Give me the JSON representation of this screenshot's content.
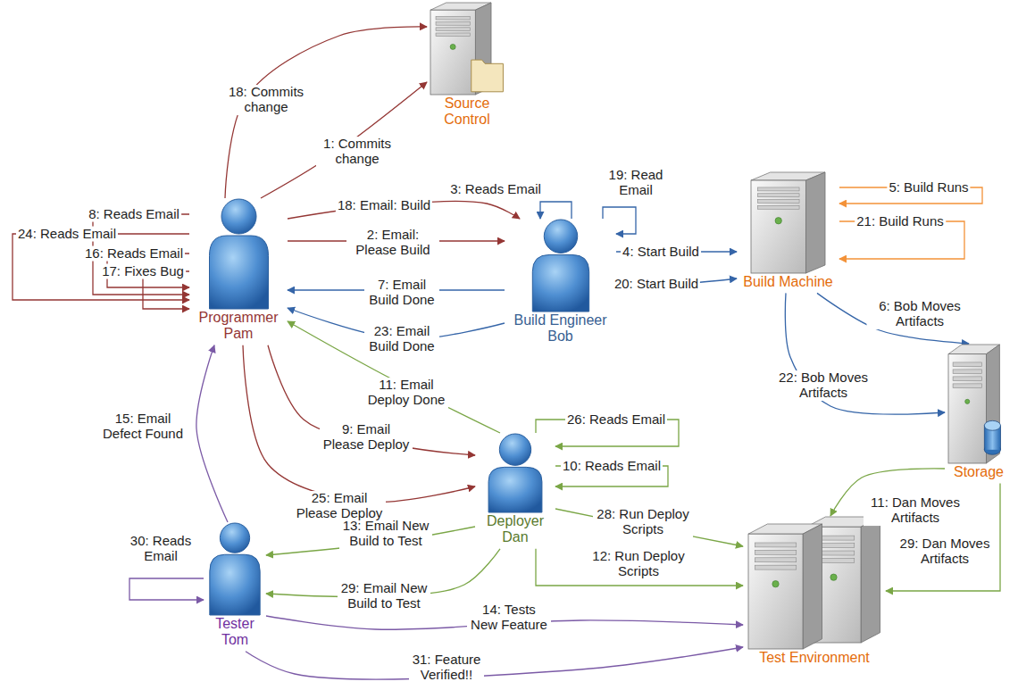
{
  "diagram": {
    "nodes": [
      {
        "text": [
          "Source Control"
        ]
      },
      {
        "text": [
          "Programmer Pam"
        ]
      },
      {
        "text": [
          "Build Engineer Bob"
        ]
      },
      {
        "text": [
          "Build Machine"
        ]
      },
      {
        "text": [
          "Storage"
        ]
      },
      {
        "text": [
          "Deployer Dan"
        ]
      },
      {
        "text": [
          "Tester Tom"
        ]
      },
      {
        "text": [
          "Test Environment"
        ]
      }
    ],
    "edges": [
      {
        "from": 1,
        "to": 0,
        "arrow": "to",
        "label": "1: Commits change"
      },
      {
        "from": 1,
        "to": 2,
        "arrow": "to",
        "label": "2: Email: Please Build"
      },
      {
        "from": 2,
        "to": 2,
        "arrow": "to",
        "label": "3: Reads Email"
      },
      {
        "from": 2,
        "to": 3,
        "arrow": "to",
        "label": "4: Start Build"
      },
      {
        "from": 3,
        "to": 3,
        "arrow": "to",
        "label": "5: Build Runs"
      },
      {
        "from": 3,
        "to": 4,
        "arrow": "to",
        "label": "6: Bob Moves Artifacts"
      },
      {
        "from": 2,
        "to": 1,
        "arrow": "to",
        "label": "7: Email Build Done"
      },
      {
        "from": 1,
        "to": 1,
        "arrow": "to",
        "label": "8: Reads Email"
      },
      {
        "from": 1,
        "to": 5,
        "arrow": "to",
        "label": "9: Email Please Deploy"
      },
      {
        "from": 5,
        "to": 5,
        "arrow": "to",
        "label": "10: Reads Email"
      },
      {
        "from": 5,
        "to": 1,
        "arrow": "to",
        "label": "11: Email Deploy Done"
      },
      {
        "from": 4,
        "to": 7,
        "arrow": "to",
        "label": "11: Dan Moves Artifacts"
      },
      {
        "from": 5,
        "to": 7,
        "arrow": "to",
        "label": "12: Run Deploy Scripts"
      },
      {
        "from": 5,
        "to": 6,
        "arrow": "to",
        "label": "13: Email New Build to Test"
      },
      {
        "from": 6,
        "to": 7,
        "arrow": "to",
        "label": "14: Tests New Feature"
      },
      {
        "from": 6,
        "to": 1,
        "arrow": "to",
        "label": "15: Email Defect Found"
      },
      {
        "from": 1,
        "to": 1,
        "arrow": "to",
        "label": "16: Reads Email"
      },
      {
        "from": 1,
        "to": 1,
        "arrow": "to",
        "label": "17: Fixes Bug"
      },
      {
        "from": 1,
        "to": 0,
        "arrow": "to",
        "label": "18: Commits change"
      },
      {
        "from": 1,
        "to": 2,
        "arrow": "to",
        "label": "18: Email: Build"
      },
      {
        "from": 2,
        "to": 2,
        "arrow": "to",
        "label": "19: Read Email"
      },
      {
        "from": 2,
        "to": 3,
        "arrow": "to",
        "label": "20: Start Build"
      },
      {
        "from": 3,
        "to": 3,
        "arrow": "to",
        "label": "21: Build Runs"
      },
      {
        "from": 3,
        "to": 4,
        "arrow": "to",
        "label": "22: Bob Moves Artifacts"
      },
      {
        "from": 2,
        "to": 1,
        "arrow": "to",
        "label": "23: Email Build Done"
      },
      {
        "from": 1,
        "to": 1,
        "arrow": "to",
        "label": "24: Reads Email"
      },
      {
        "from": 1,
        "to": 5,
        "arrow": "to",
        "label": "25: Email Please Deploy"
      },
      {
        "from": 5,
        "to": 5,
        "arrow": "to",
        "label": "26: Reads Email"
      },
      {
        "from": 5,
        "to": 7,
        "arrow": "to",
        "label": "28: Run Deploy Scripts"
      },
      {
        "from": 4,
        "to": 7,
        "arrow": "to",
        "label": "29: Dan Moves Artifacts"
      },
      {
        "from": 5,
        "to": 6,
        "arrow": "to",
        "label": "29: Email New Build to Test"
      },
      {
        "from": 6,
        "to": 6,
        "arrow": "to",
        "label": "30: Reads Email"
      },
      {
        "from": 6,
        "to": 7,
        "arrow": "to",
        "label": "31: Feature Verified!!"
      }
    ]
  }
}
